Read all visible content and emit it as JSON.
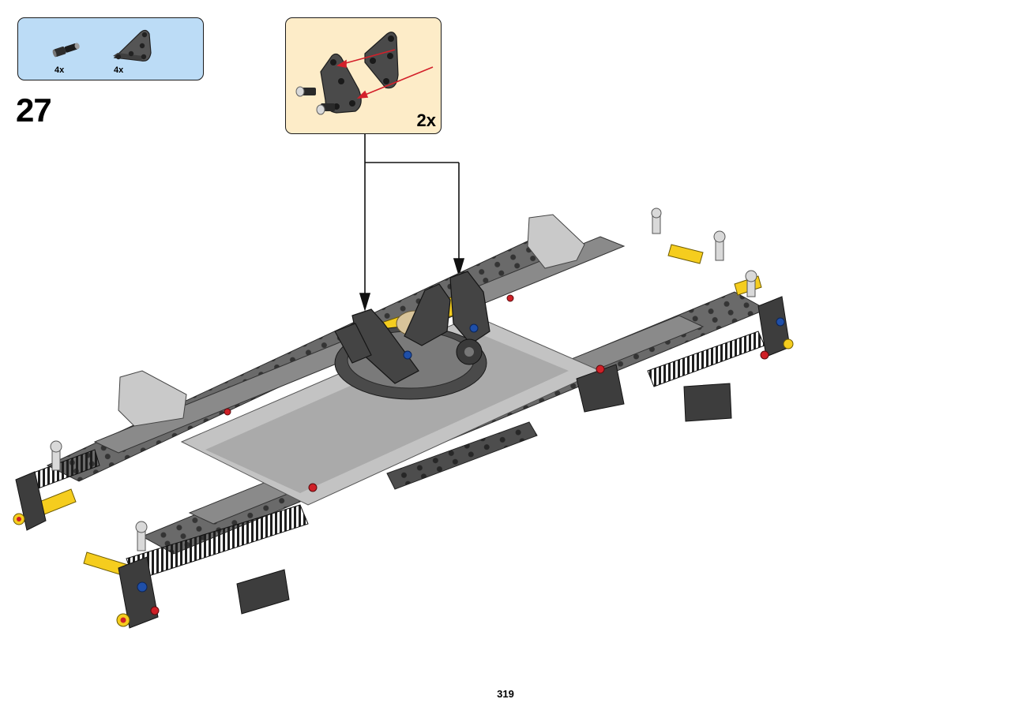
{
  "parts_list": {
    "items": [
      {
        "name": "axle-pin-black-icon",
        "qty": "4x"
      },
      {
        "name": "triangle-liftarm-dark-grey-icon",
        "qty": "4x"
      }
    ]
  },
  "step": {
    "number": "27"
  },
  "subassembly": {
    "quantity": "2x"
  },
  "page": {
    "number": "319"
  },
  "colors": {
    "parts_box_bg": "#bcdcf6",
    "subassembly_bg": "#fdecc8",
    "arrow_red": "#d3202a",
    "dark_grey": "#3c3c3c",
    "light_grey": "#b9b9b9",
    "yellow": "#f5cd1e"
  }
}
